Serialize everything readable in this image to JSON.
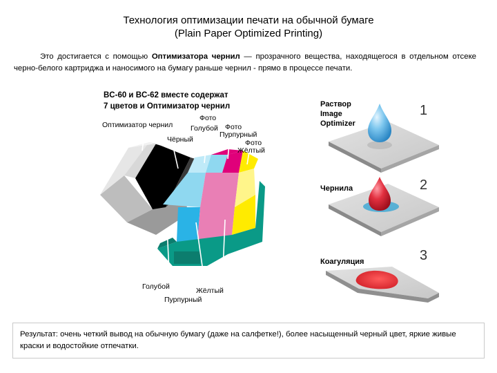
{
  "title": {
    "line1": "Технология оптимизации печати на обычной бумаге",
    "line2": "(Plain Paper Optimized Printing)"
  },
  "intro": {
    "lead": "Это достигается с помощью ",
    "bold": "Оптимизатора чернил",
    "rest": " — прозрачного вещества, находящегося в отдельном отсеке черно-белого картриджа и наносимого на бумагу раньше чернил - прямо в процессе печати."
  },
  "cartridge": {
    "heading_line1": "BC-60 и BC-62 вместе содержат",
    "heading_line2": "7 цветов и Оптимизатор чернил",
    "labels": {
      "optimizer": "Оптимизатор чернил",
      "photo_cyan_1": "Фото",
      "photo_cyan_2": "Голубой",
      "photo_magenta": "Фото",
      "magenta_top": "Пурпурный",
      "photo_yellow_1": "Фото",
      "photo_yellow_2": "Жёлтый",
      "black": "Чёрный",
      "cyan": "Голубой",
      "yellow": "Жёлтый",
      "magenta_bottom": "Пурпурный"
    },
    "colors": {
      "light_gray": "#e6e6e6",
      "black": "#000000",
      "light_cyan": "#8fd8f0",
      "magenta": "#e0007a",
      "yellow": "#ffeb00",
      "cyan": "#2ab3e6",
      "pink": "#e97fb5",
      "pale_yellow": "#fff58a",
      "teal": "#0a9a87",
      "body_gray": "#8e8e8e"
    }
  },
  "steps": [
    {
      "label": "Раствор Image Optimizer",
      "label_line1": "Раствор",
      "label_line2": "Image",
      "label_line3": "Optimizer",
      "number": "1"
    },
    {
      "label": "Чернила",
      "number": "2"
    },
    {
      "label": "Коагуляция",
      "number": "3"
    }
  ],
  "result": "Результат: очень четкий вывод на обычную бумагу (даже на салфетке!), более насыщенный черный цвет, яркие живые краски и водостойкие отпечатки."
}
